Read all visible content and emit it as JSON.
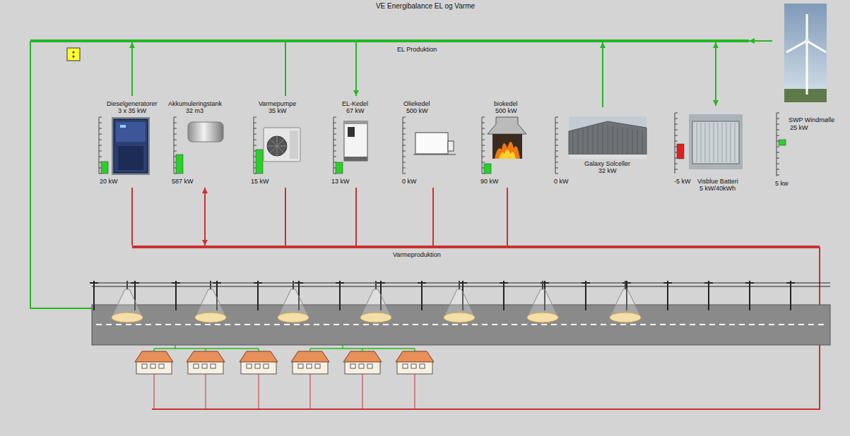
{
  "diagram": {
    "title": "VE Energibalance EL og Varme",
    "nodes": [
      {
        "text": [
          "EL Produktion"
        ]
      },
      {
        "text": [
          "Dieselgeneratorer",
          "3 x 35 kW",
          "20 kW"
        ]
      },
      {
        "text": [
          "Akkumuleringstank",
          "32 m3",
          "587 kW"
        ]
      },
      {
        "text": [
          "Varmepumpe",
          "35 kW",
          "15 kW"
        ]
      },
      {
        "text": [
          "EL-Kedel",
          "67 kW",
          "13 kW"
        ]
      },
      {
        "text": [
          "Oliekedel",
          "500 kW",
          "0 kW"
        ]
      },
      {
        "text": [
          "biokedel",
          "500 kW",
          "90 kW"
        ]
      },
      {
        "text": [
          "Galaxy Solceller",
          "32 kW",
          "0 kW"
        ]
      },
      {
        "text": [
          "Visblue Batteri",
          "5 kW/40kWh",
          "-5 kW"
        ]
      },
      {
        "text": [
          "SWP Windmølle",
          "25 kW",
          "5 kw"
        ]
      },
      {
        "text": [
          "Varmeproduktion"
        ]
      }
    ],
    "edges": [
      {
        "from": 1,
        "to": 0,
        "arrow": "to"
      },
      {
        "from": 3,
        "to": 0,
        "arrow": "none"
      },
      {
        "from": 0,
        "to": 4,
        "arrow": "to"
      },
      {
        "from": 7,
        "to": 0,
        "arrow": "to"
      },
      {
        "from": 8,
        "to": 0,
        "arrow": "both"
      },
      {
        "from": 9,
        "to": 0,
        "arrow": "to"
      },
      {
        "from": 1,
        "to": 10,
        "arrow": "none"
      },
      {
        "from": 2,
        "to": 10,
        "arrow": "both"
      },
      {
        "from": 3,
        "to": 10,
        "arrow": "none"
      },
      {
        "from": 4,
        "to": 10,
        "arrow": "none"
      },
      {
        "from": 5,
        "to": 10,
        "arrow": "none"
      },
      {
        "from": 6,
        "to": 10,
        "arrow": "none"
      }
    ]
  }
}
